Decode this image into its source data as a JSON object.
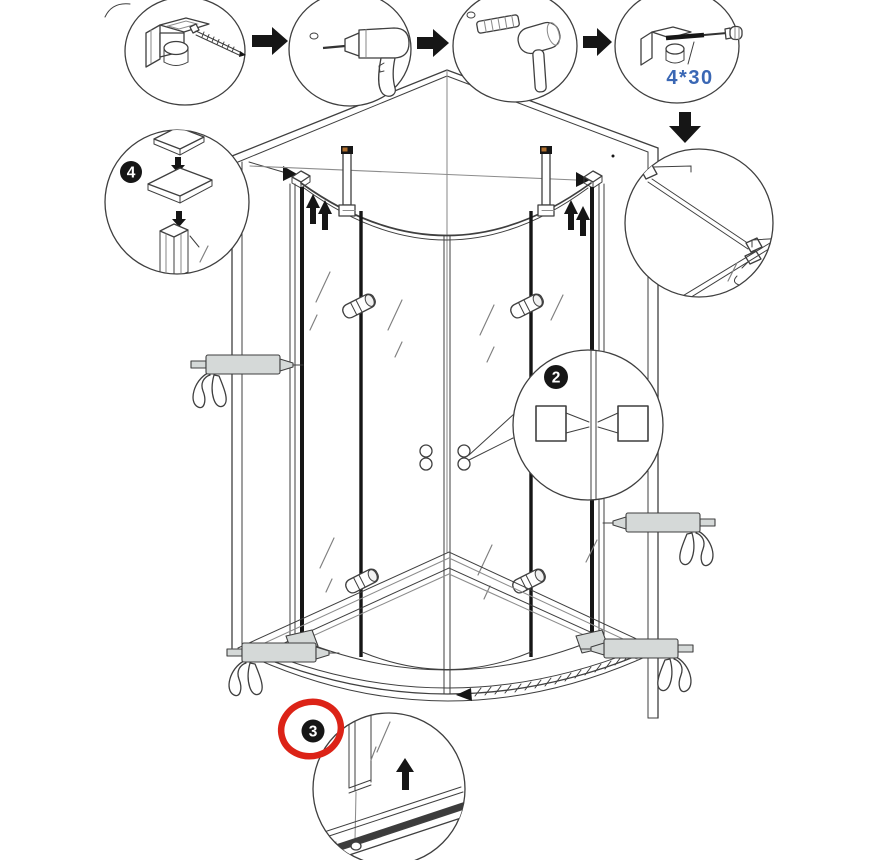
{
  "callouts": {
    "screw_label": "4*30",
    "badge_2": "2",
    "badge_3": "3",
    "badge_4": "4"
  },
  "colors": {
    "line": "#3f3f3f",
    "dark": "#161616",
    "thin": "#8c8c8c",
    "red": "#dc2317",
    "blue": "#3a67b4",
    "tool_gray": "#d5d9d8",
    "pin_accent": "#b06f2d",
    "shine": "#7f7f7f"
  },
  "icons": {
    "step1": "wall-bracket-with-screw",
    "step2": "electric-drill",
    "step3": "wall-plug-and-mallet",
    "step4": "screwdriver-fixing-bracket",
    "detail_4": "corner-caps-on-profile",
    "detail_bar": "support-bar-fittings",
    "detail_2": "door-knobs-through-glass",
    "detail_3": "bottom-seal-strip",
    "tool": "caulk-gun",
    "flow": "right-arrow",
    "install": "up-arrows"
  }
}
